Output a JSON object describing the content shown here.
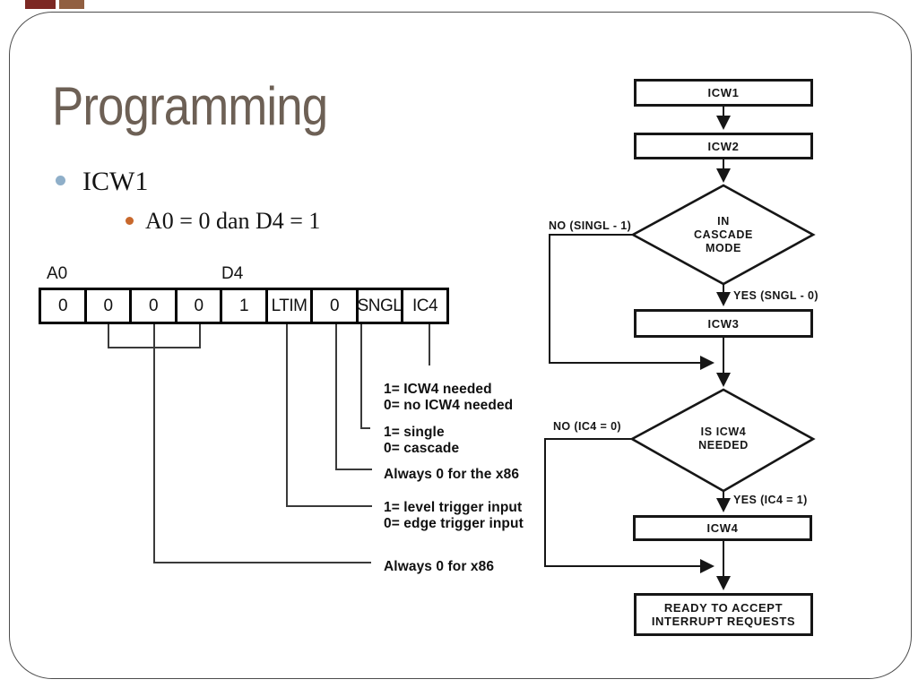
{
  "slide": {
    "title": "Programming"
  },
  "bullets": {
    "level1": "ICW1",
    "level2": "A0 = 0 dan D4 = 1"
  },
  "register": {
    "label_a0": "A0",
    "label_d4": "D4",
    "cells": [
      "0",
      "0",
      "0",
      "0",
      "1",
      "LTIM",
      "0",
      "SNGL",
      "IC4"
    ]
  },
  "annotations": {
    "icw4": "1= ICW4 needed\n0= no ICW4 needed",
    "single": "1= single\n0= cascade",
    "always_the_x86": "Always 0 for the x86",
    "trigger": "1= level trigger input\n0= edge trigger input",
    "always_x86": "Always 0 for x86"
  },
  "flowchart": {
    "box_icw1": "ICW1",
    "box_icw2": "ICW2",
    "box_icw3": "ICW3",
    "box_icw4": "ICW4",
    "box_ready": "READY TO ACCEPT\nINTERRUPT REQUESTS",
    "diamond1": "IN\nCASCADE\nMODE",
    "diamond2": "IS ICW4\nNEEDED",
    "label_no1": "NO (SINGL - 1)",
    "label_yes1": "YES (SNGL - 0)",
    "label_no2": "NO (IC4 = 0)",
    "label_yes2": "YES (IC4 = 1)"
  },
  "colors": {
    "title": "#6d6055",
    "bullet1_dot": "#8fafc9",
    "bullet2_dot": "#c8682c",
    "accent_red": "#7c2823",
    "accent_brown": "#915f41",
    "frame": "#4d4d4d",
    "ink": "#161616"
  }
}
